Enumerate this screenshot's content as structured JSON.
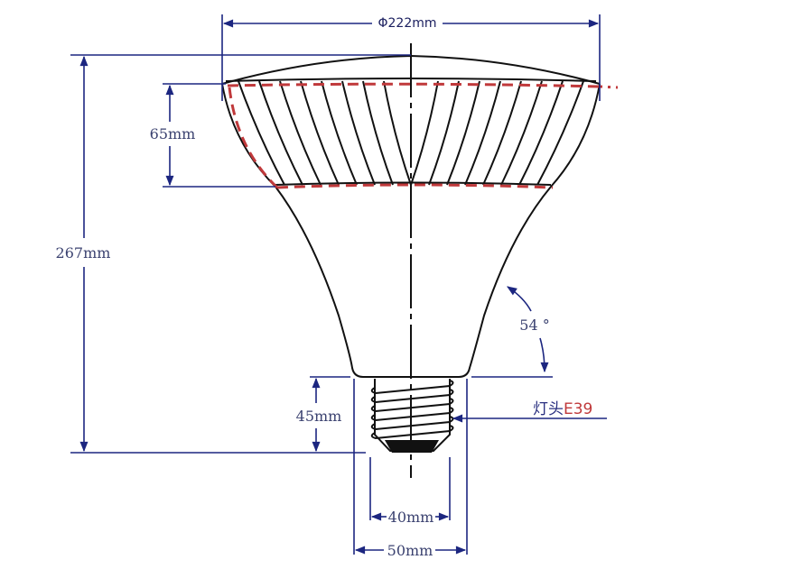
{
  "title": "PAR bulb dimension drawing",
  "dimensions": {
    "diameter": "Φ222mm",
    "height_total": "267mm",
    "reflector_height": "65mm",
    "angle": "54 °",
    "base_height": "45mm",
    "base_width_inner": "40mm",
    "base_width_outer": "50mm"
  },
  "base_label": {
    "prefix": "灯头",
    "type": "E39"
  },
  "colors": {
    "dimension": "#1c2680",
    "outline": "#111111",
    "highlight": "#c0393b"
  }
}
